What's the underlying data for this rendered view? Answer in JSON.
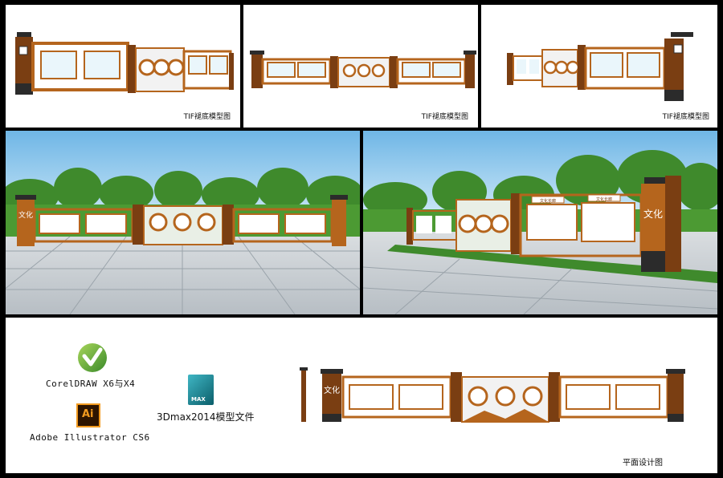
{
  "captions": {
    "view1": "TIF褪底模型图",
    "view2": "TIF褪底模型图",
    "view3": "TIF褪底模型图",
    "plan": "平面设计图"
  },
  "software": {
    "corel": "CorelDRAW X6与X4",
    "max": "3Dmax2014模型文件",
    "adobe": "Adobe Illustrator CS6",
    "ai_glyph": "Ai",
    "max_glyph": "MAX"
  },
  "signage": {
    "culture_text": "文化",
    "banner_left": "文化长廊",
    "banner_right": "文化长廊"
  },
  "colors": {
    "wood": "#b5651d",
    "wood_dark": "#7a3e12",
    "cap": "#2b2b2b",
    "white_panel": "#ffffff",
    "sky": "#9fd3f0",
    "pavement": "#c9cfd4"
  }
}
